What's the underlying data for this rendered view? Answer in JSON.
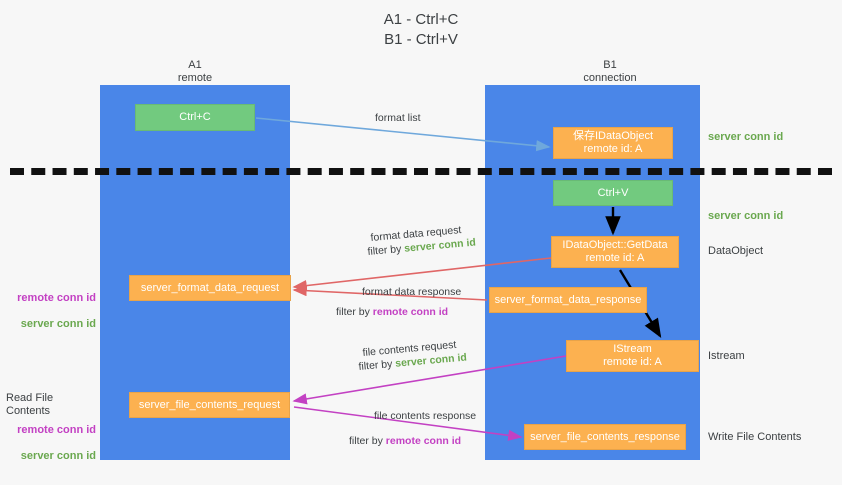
{
  "title": "A1 - Ctrl+C\nB1 - Ctrl+V",
  "lanes": [
    {
      "id": "A1",
      "name": "A1",
      "sub": "remote",
      "header": "A1\nremote"
    },
    {
      "id": "B1",
      "name": "B1",
      "sub": "connection",
      "header": "B1\nconnection"
    }
  ],
  "nodes": {
    "ctrl_c": {
      "label": "Ctrl+C",
      "color": "#72ca7f"
    },
    "save_dataobject": {
      "label": "保存IDataObject\nremote id: A",
      "color": "#fcb150"
    },
    "ctrl_v": {
      "label": "Ctrl+V",
      "color": "#72ca7f"
    },
    "getdata": {
      "label": "IDataObject::GetData\nremote id: A",
      "color": "#fcb150"
    },
    "server_format_data_request": {
      "label": "server_format_data_request",
      "color": "#fcb150"
    },
    "server_format_data_response": {
      "label": "server_format_data_response",
      "color": "#fcb150"
    },
    "istream": {
      "label": "IStream\nremote id: A",
      "color": "#fcb150"
    },
    "server_file_contents_request": {
      "label": "server_file_contents_request",
      "color": "#fcb150"
    },
    "server_file_contents_response": {
      "label": "server_file_contents_response",
      "color": "#fcb150"
    }
  },
  "edge_labels": {
    "format_list": "format list",
    "format_data_request": "format data request",
    "format_data_request_filter_prefix": "filter by ",
    "format_data_request_filter_value": "server conn id",
    "format_data_response": "format data response",
    "format_data_response_filter_prefix": "filter by ",
    "format_data_response_filter_value": "remote conn id",
    "file_contents_request": "file contents request",
    "file_contents_request_filter_prefix": "filter by ",
    "file_contents_request_filter_value": "server conn id",
    "file_contents_response": "file contents response",
    "file_contents_response_filter_prefix": "filter by ",
    "file_contents_response_filter_value": "remote conn id"
  },
  "annotations": {
    "server_conn_id_top": "server conn id",
    "server_conn_id_mid": "server conn id",
    "dataobject": "DataObject",
    "istream": "Istream",
    "write_file_contents": "Write File Contents",
    "read_file_contents": "Read File Contents",
    "remote_conn_id_1": "remote conn id",
    "server_conn_id_1": "server conn id",
    "remote_conn_id_2": "remote conn id",
    "server_conn_id_2": "server conn id"
  },
  "colors": {
    "lane": "#4a86e8",
    "green_node": "#72ca7f",
    "orange_node": "#fcb150",
    "green_text": "#6aa84f",
    "purple_text": "#c341c3",
    "arrow_blue": "#6fa8dc",
    "arrow_red": "#e06666",
    "arrow_magenta": "#c341c3",
    "arrow_black": "#000000",
    "background": "#f7f7f7"
  }
}
